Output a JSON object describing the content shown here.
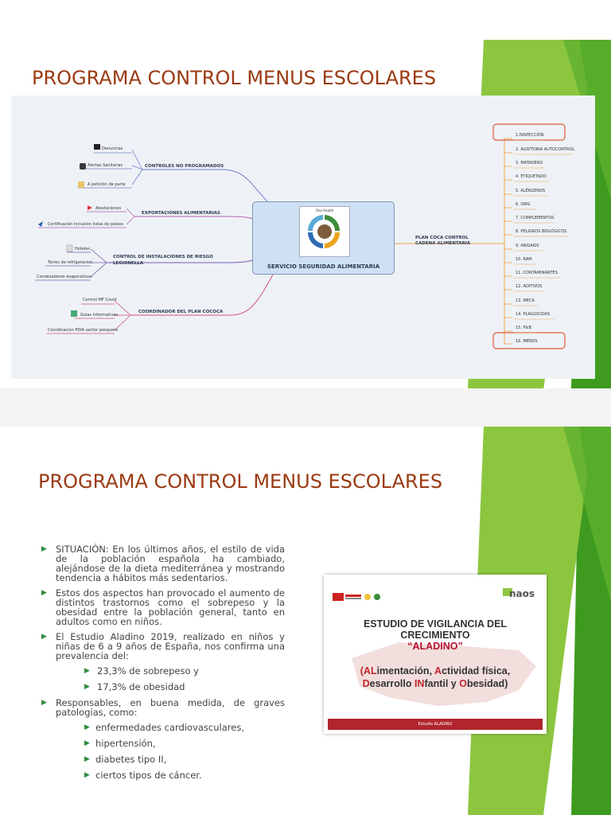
{
  "slide1": {
    "title": "PROGRAMA CONTROL MENUS ESCOLARES",
    "center": {
      "title": "SERVICIO SEGURIDAD ALIMENTARIA",
      "logo_caption": "One Health"
    },
    "branches": [
      {
        "label": "CONTROLES NO PROGRAMADOS",
        "items": [
          "Denuncias",
          "Alertas Sanitarias",
          "A petición de parte"
        ]
      },
      {
        "label": "EXPORTACIONES ALIMENTARIAS",
        "items": [
          "Atestaciones",
          "Certificación inclusion listas de países"
        ]
      },
      {
        "label": "CONTROL DE INSTALACIONES DE RIESGO LEGIONELLA",
        "items": [
          "Hoteles",
          "Torres de refrigeracion",
          "Condesadores evaporativos"
        ]
      },
      {
        "label": "COORDINADOR DEL PLAN COCOCA",
        "items": [
          "Control MF Covid",
          "Guias informativas",
          "Coordinacion PDIA sector pesquero"
        ]
      }
    ],
    "right_branch": {
      "label_line1": "PLAN COCA CONTROL",
      "label_line2": "CADENA ALIMENTARIA",
      "items": [
        "1.INSPECCIÓN",
        "2. AUDITORIA AUTOCONTROL",
        "3. MATADERO",
        "4. ETIQUETADO",
        "5. ALÉRGENOS",
        "6. OMG",
        "7. COMPLEMENTOS",
        "8. PELIGROS BIOLÓGICOS",
        "9. ANISAKIS",
        "10. RAM",
        "11. CONTAMINANTES",
        "12. ADITIVOS",
        "13. MECA",
        "14. PLAGUICIDAS",
        "15. P&B",
        "16. MENÚS"
      ]
    }
  },
  "slide2": {
    "title": "PROGRAMA CONTROL MENUS ESCOLARES",
    "bullets": [
      "SITUACIÓN: En los últimos años, el estilo de vida de la población española ha cambiado, alejándose de la dieta mediterránea y mostrando tendencia a hábitos más sedentarios.",
      "Estos dos aspectos han provocado el aumento de distintos trastornos como el sobrepeso y la obesidad entre la población general, tanto en adultos como en niños.",
      "El Estudio Aladino 2019, realizado en niños y niñas de 6 a 9 años de España, nos confirma una prevalencia del:"
    ],
    "prevalence": [
      "23,3% de sobrepeso y",
      "17,3% de obesidad"
    ],
    "bullet4": "Responsables, en buena medida, de graves patologías, como:",
    "pathologies": [
      "enfermedades cardiovasculares,",
      "hipertensión,",
      "diabetes tipo II,",
      "ciertos tipos de cáncer."
    ],
    "aladino": {
      "title_line1": "ESTUDIO DE VIGILANCIA DEL",
      "title_line2": "CRECIMIENTO",
      "name": "“ALADINO”",
      "sub_line1_a": "(AL",
      "sub_line1_b": "imentación, ",
      "sub_line1_c": "A",
      "sub_line1_d": "ctividad física,",
      "sub_line2_a": "D",
      "sub_line2_b": "esarrollo ",
      "sub_line2_c": "IN",
      "sub_line2_d": "fantil y ",
      "sub_line2_e": "O",
      "sub_line2_f": "besidad)",
      "naos": "naos",
      "footer": "Estudio ALADINO"
    }
  },
  "colors": {
    "title": "#9b3a12",
    "green_dark": "#3e9b1f",
    "green_light": "#8cc63f",
    "bullet": "#2e8b3a",
    "orange_branch": "#f0a34a"
  }
}
